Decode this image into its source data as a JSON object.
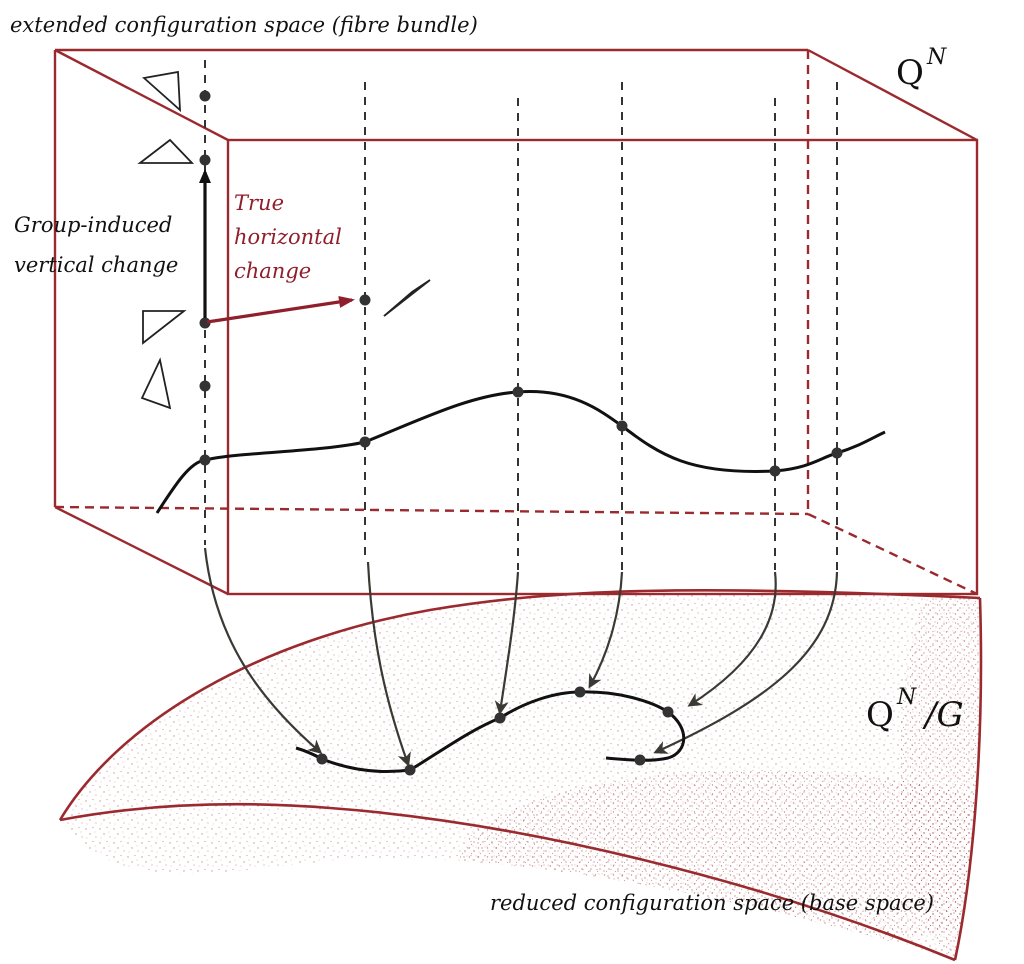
{
  "labels": {
    "top_caption": "extended configuration space (fibre bundle)",
    "bottom_caption": "reduced configuration space (base space)",
    "bundle_symbol_base": "Q",
    "bundle_symbol_sup": "N",
    "quotient_symbol_base": "Q",
    "quotient_symbol_sup": "N",
    "quotient_symbol_tail": "/G",
    "vertical_line1": "Group-induced",
    "vertical_line2": "vertical change",
    "horizontal_line1": "True",
    "horizontal_line2": "horizontal",
    "horizontal_line3": "change"
  },
  "colors": {
    "box": "#9b2a2f",
    "horizontal_arrow": "#8f1f2b",
    "curve": "#111111",
    "projection_arrow": "#3a3a35",
    "surface_dots": "#a83c3c",
    "fibre": "#333333"
  }
}
